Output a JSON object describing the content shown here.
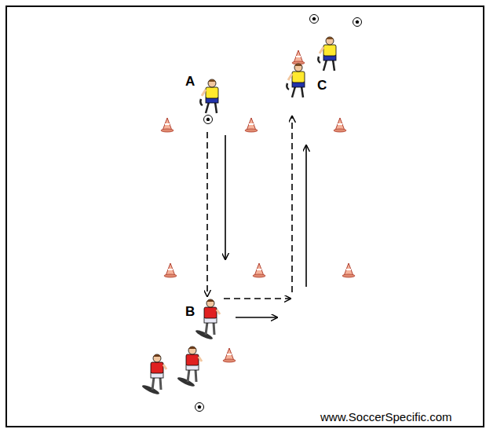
{
  "diagram": {
    "labels": [
      "A",
      "B",
      "C",
      "www.SoccerSpecific.com"
    ]
  }
}
